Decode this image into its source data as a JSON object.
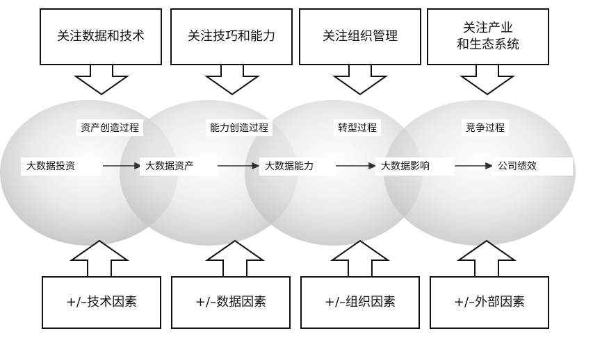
{
  "top_boxes": [
    {
      "label": "关注数据和技术"
    },
    {
      "label": "关注技巧和能力"
    },
    {
      "label": "关注组织管理"
    },
    {
      "label": "关注产业\n和生态系统"
    }
  ],
  "processes": [
    {
      "label": "资产创造过程"
    },
    {
      "label": "能力创造过程"
    },
    {
      "label": "转型过程"
    },
    {
      "label": "竞争过程"
    }
  ],
  "stages": [
    {
      "label": "大数据投资"
    },
    {
      "label": "大数据资产"
    },
    {
      "label": "大数据能力"
    },
    {
      "label": "大数据影响"
    },
    {
      "label": "公司绩效"
    }
  ],
  "bottom_boxes": [
    {
      "label": "+/–技术因素"
    },
    {
      "label": "+/–数据因素"
    },
    {
      "label": "+/–组织因素"
    },
    {
      "label": "+/–外部因素"
    }
  ]
}
